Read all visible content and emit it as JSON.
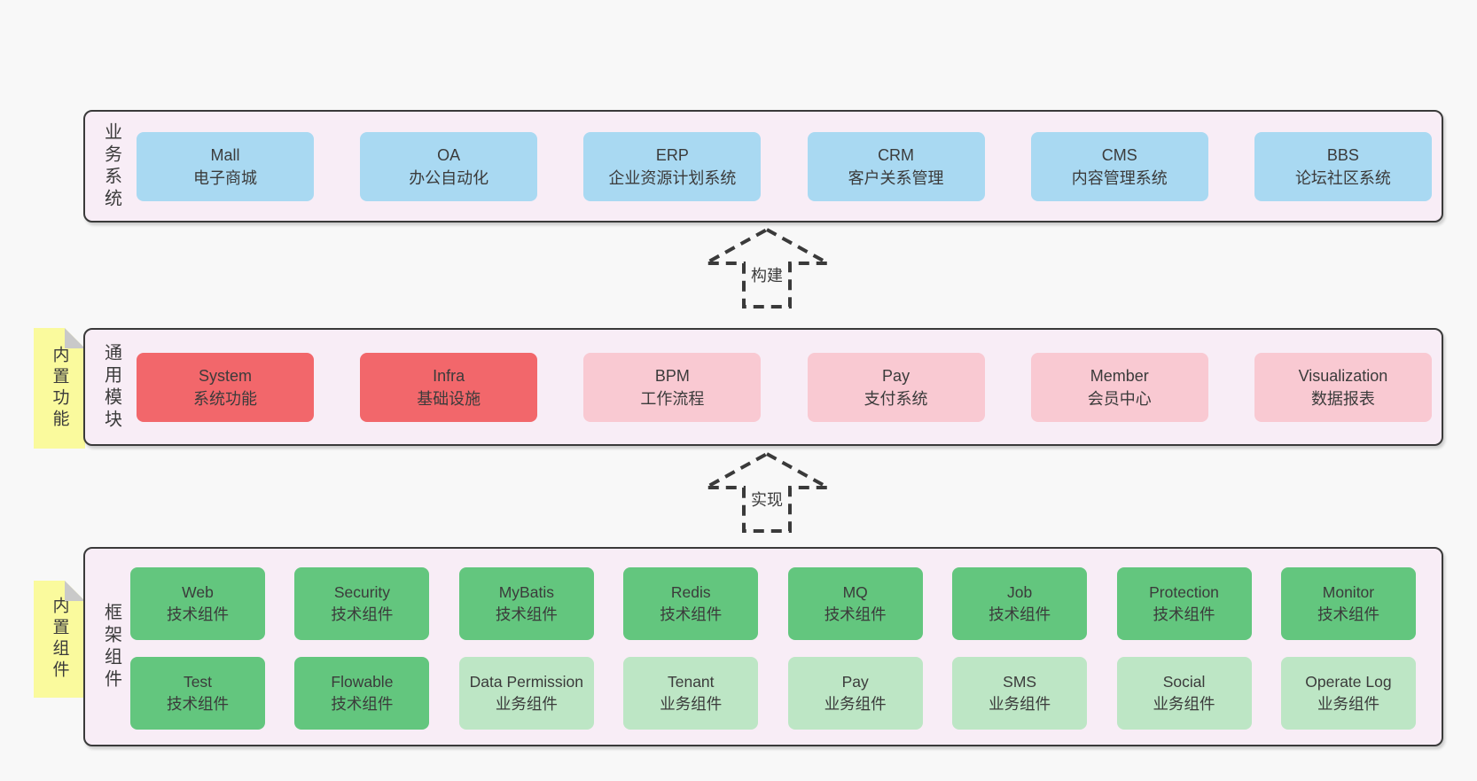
{
  "colors": {
    "bg": "#f8f8f8",
    "panel": "#f8edf6",
    "line": "#3a3a3a",
    "text": "#3b3b3b",
    "blue": "#a9d9f2",
    "red": "#f2676b",
    "pink": "#f9c9d2",
    "green": "#63c67e",
    "greenlight": "#bde6c5",
    "sticky": "#fafa9d",
    "fold": "#c9c9c9"
  },
  "business": {
    "label": "业务系统",
    "boxes": [
      {
        "name": "Mall",
        "desc": "电子商城"
      },
      {
        "name": "OA",
        "desc": "办公自动化"
      },
      {
        "name": "ERP",
        "desc": "企业资源计划系统"
      },
      {
        "name": "CRM",
        "desc": "客户关系管理"
      },
      {
        "name": "CMS",
        "desc": "内容管理系统"
      },
      {
        "name": "BBS",
        "desc": "论坛社区系统"
      }
    ]
  },
  "modules": {
    "label": "通用模块",
    "sticky": "内置功能",
    "boxes": [
      {
        "name": "System",
        "desc": "系统功能"
      },
      {
        "name": "Infra",
        "desc": "基础设施"
      },
      {
        "name": "BPM",
        "desc": "工作流程"
      },
      {
        "name": "Pay",
        "desc": "支付系统"
      },
      {
        "name": "Member",
        "desc": "会员中心"
      },
      {
        "name": "Visualization",
        "desc": "数据报表"
      }
    ]
  },
  "components": {
    "label": "框架组件",
    "sticky": "内置组件",
    "row1": [
      {
        "name": "Web",
        "desc": "技术组件"
      },
      {
        "name": "Security",
        "desc": "技术组件"
      },
      {
        "name": "MyBatis",
        "desc": "技术组件"
      },
      {
        "name": "Redis",
        "desc": "技术组件"
      },
      {
        "name": "MQ",
        "desc": "技术组件"
      },
      {
        "name": "Job",
        "desc": "技术组件"
      },
      {
        "name": "Protection",
        "desc": "技术组件"
      },
      {
        "name": "Monitor",
        "desc": "技术组件"
      }
    ],
    "row2": [
      {
        "name": "Test",
        "desc": "技术组件"
      },
      {
        "name": "Flowable",
        "desc": "技术组件"
      },
      {
        "name": "Data Permission",
        "desc": "业务组件"
      },
      {
        "name": "Tenant",
        "desc": "业务组件"
      },
      {
        "name": "Pay",
        "desc": "业务组件"
      },
      {
        "name": "SMS",
        "desc": "业务组件"
      },
      {
        "name": "Social",
        "desc": "业务组件"
      },
      {
        "name": "Operate Log",
        "desc": "业务组件"
      }
    ]
  },
  "arrows": {
    "build": "构建",
    "implement": "实现"
  }
}
